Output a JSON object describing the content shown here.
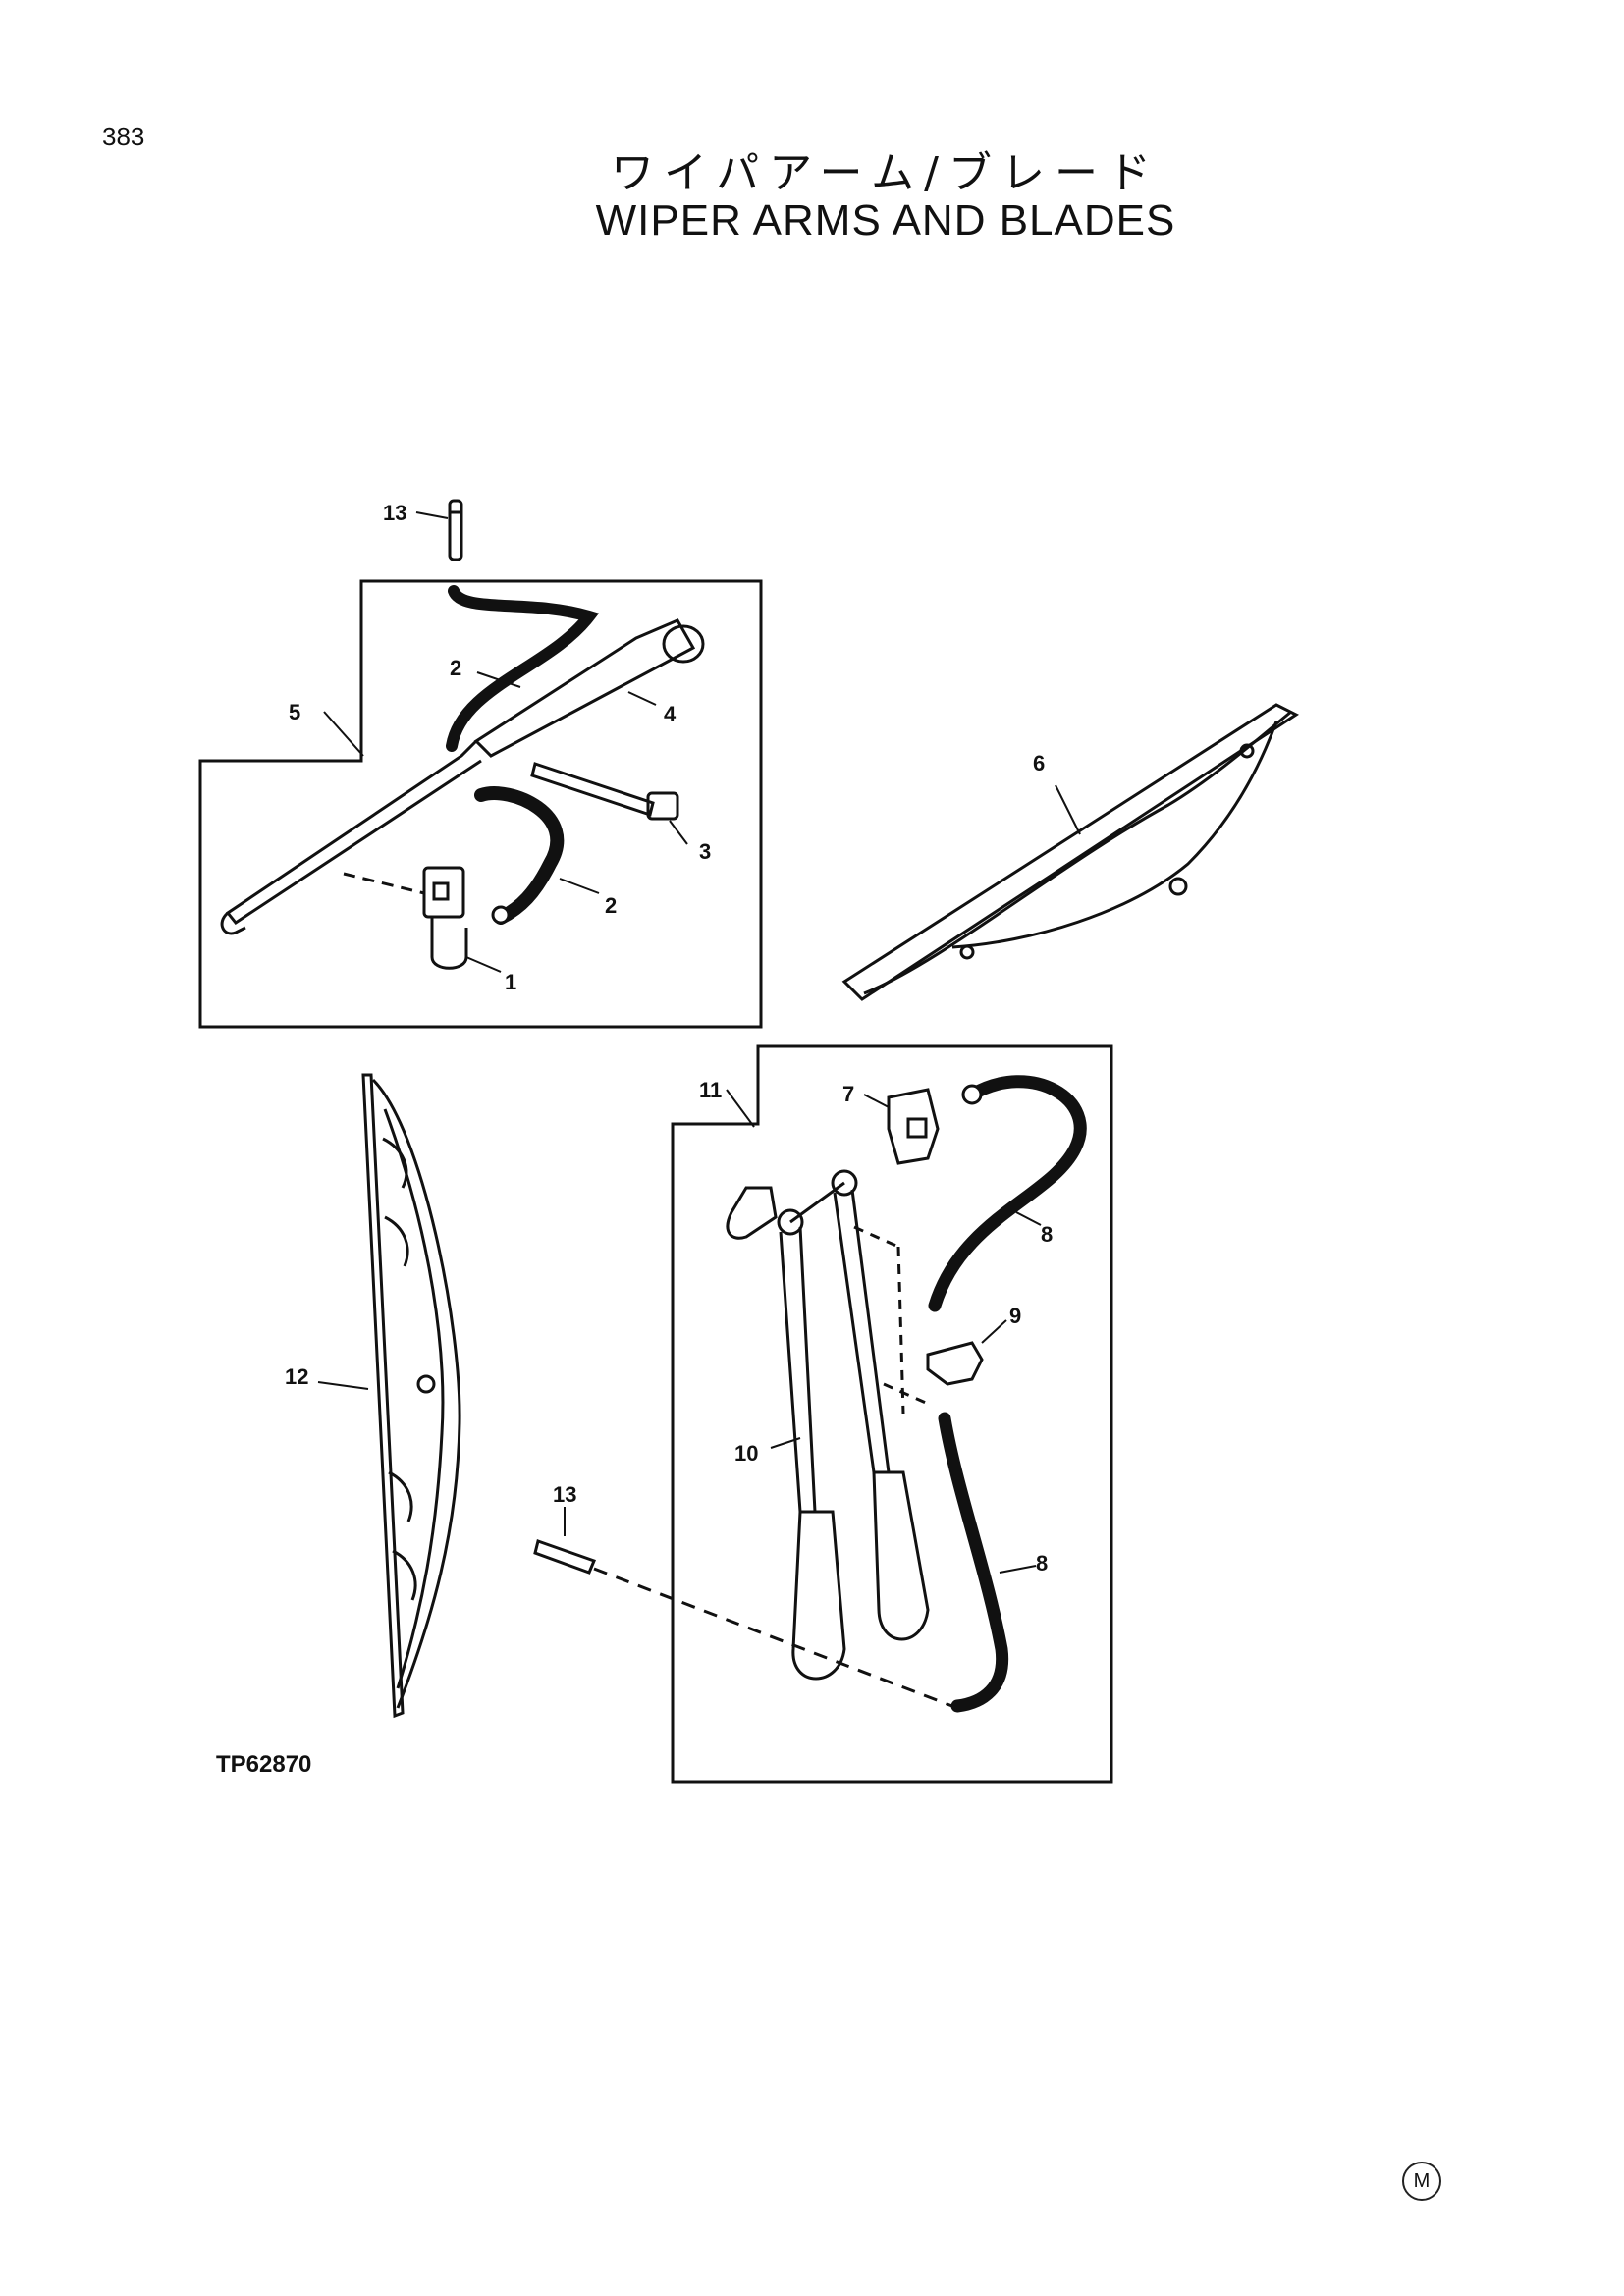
{
  "page": {
    "number": "383",
    "title_jp": "ワイパアーム/ブレード",
    "title_en": "WIPER ARMS AND BLADES",
    "figure_id": "TP62870",
    "mark": "M"
  },
  "callouts": {
    "c1": "1",
    "c2a": "2",
    "c2b": "2",
    "c3": "3",
    "c4": "4",
    "c5": "5",
    "c6": "6",
    "c7": "7",
    "c8a": "8",
    "c8b": "8",
    "c9": "9",
    "c10": "10",
    "c11": "11",
    "c12": "12",
    "c13a": "13",
    "c13b": "13"
  }
}
